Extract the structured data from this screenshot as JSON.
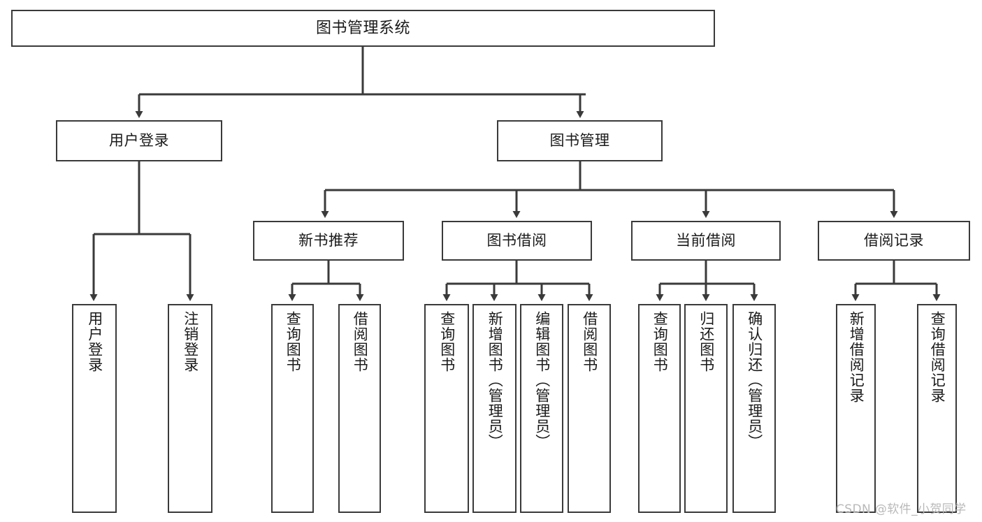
{
  "diagram": {
    "title": "图书管理系统",
    "type": "functional-structure-tree",
    "watermark": "CSDN @软件_小贺同学",
    "stroke_color": "#3a3a3a",
    "background_color": "#ffffff",
    "text_color": "#1a1a1a"
  },
  "nodes": {
    "root": {
      "label": "图书管理系统",
      "level": 1
    },
    "l2": [
      {
        "id": "user-login",
        "label": "用户登录",
        "level": 2
      },
      {
        "id": "book-manage",
        "label": "图书管理",
        "level": 2
      }
    ],
    "l3": [
      {
        "id": "new-book-recommend",
        "label": "新书推荐",
        "level": 3,
        "parent": "book-manage"
      },
      {
        "id": "book-borrow",
        "label": "图书借阅",
        "level": 3,
        "parent": "book-manage"
      },
      {
        "id": "current-borrow",
        "label": "当前借阅",
        "level": 3,
        "parent": "book-manage"
      },
      {
        "id": "borrow-record",
        "label": "借阅记录",
        "level": 3,
        "parent": "book-manage"
      }
    ],
    "leaves": [
      {
        "id": "leaf-user-login",
        "label": "用户登录",
        "parent": "user-login"
      },
      {
        "id": "leaf-user-logout",
        "label": "注销登录",
        "parent": "user-login"
      },
      {
        "id": "leaf-query-book-1",
        "label": "查询图书",
        "parent": "new-book-recommend"
      },
      {
        "id": "leaf-borrow-book-1",
        "label": "借阅图书",
        "parent": "new-book-recommend"
      },
      {
        "id": "leaf-query-book-2",
        "label": "查询图书",
        "parent": "book-borrow"
      },
      {
        "id": "leaf-add-book",
        "label": "新增图书（管理员）",
        "parent": "book-borrow"
      },
      {
        "id": "leaf-edit-book",
        "label": "编辑图书（管理员）",
        "parent": "book-borrow"
      },
      {
        "id": "leaf-borrow-book-2",
        "label": "借阅图书",
        "parent": "book-borrow"
      },
      {
        "id": "leaf-query-book-3",
        "label": "查询图书",
        "parent": "current-borrow"
      },
      {
        "id": "leaf-return-book",
        "label": "归还图书",
        "parent": "current-borrow"
      },
      {
        "id": "leaf-confirm-return",
        "label": "确认归还（管理员）",
        "parent": "current-borrow"
      },
      {
        "id": "leaf-add-record",
        "label": "新增借阅记录",
        "parent": "borrow-record"
      },
      {
        "id": "leaf-query-record",
        "label": "查询借阅记录",
        "parent": "borrow-record"
      }
    ]
  }
}
